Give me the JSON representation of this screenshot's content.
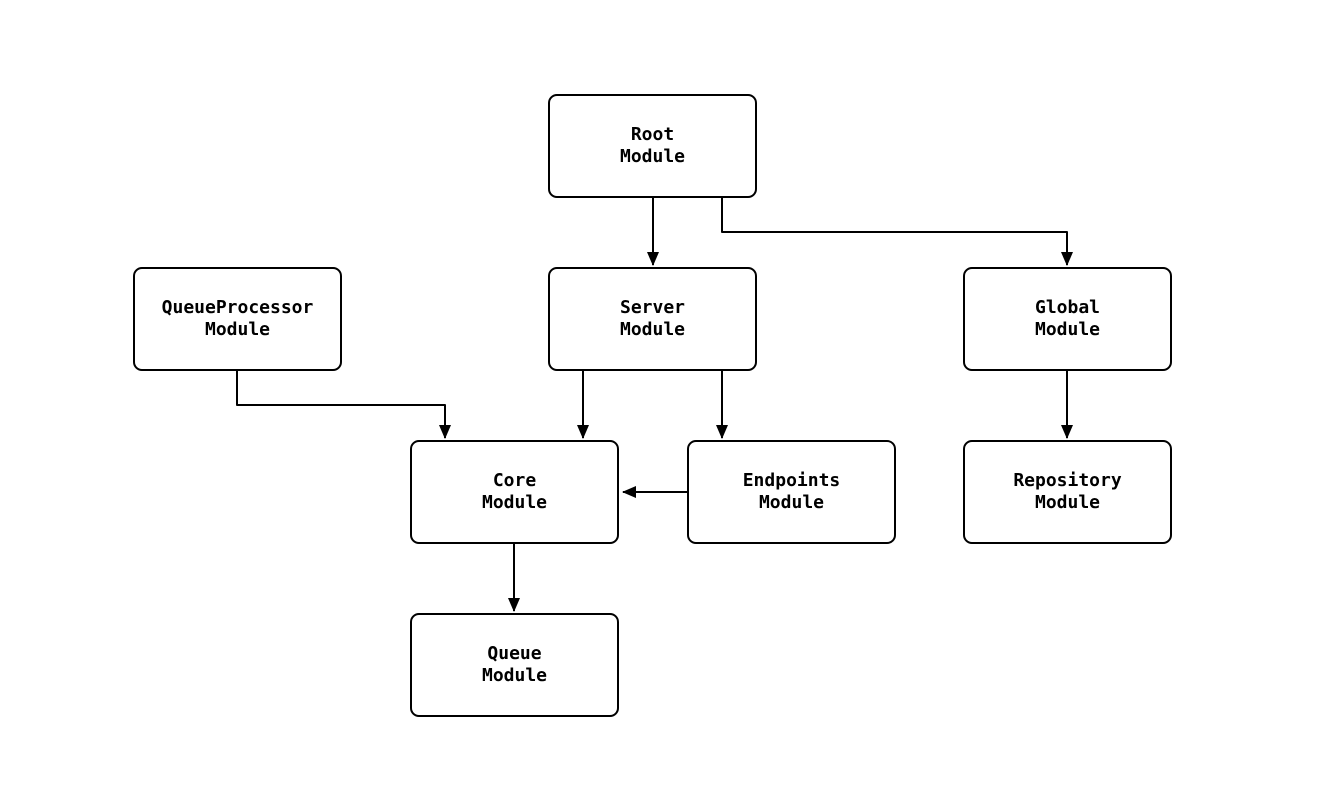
{
  "diagram": {
    "type": "flowchart",
    "colors": {
      "background": "#ffffff",
      "node_fill": "#ffffff",
      "node_border": "#000000",
      "edge": "#000000",
      "text": "#000000"
    },
    "nodes": [
      {
        "id": "root",
        "label": "Root\nModule"
      },
      {
        "id": "server",
        "label": "Server\nModule"
      },
      {
        "id": "global",
        "label": "Global\nModule"
      },
      {
        "id": "queueprocessor",
        "label": "QueueProcessor\nModule"
      },
      {
        "id": "core",
        "label": "Core\nModule"
      },
      {
        "id": "endpoints",
        "label": "Endpoints\nModule"
      },
      {
        "id": "repository",
        "label": "Repository\nModule"
      },
      {
        "id": "queue",
        "label": "Queue\nModule"
      }
    ],
    "edges": [
      {
        "from": "root",
        "to": "server"
      },
      {
        "from": "root",
        "to": "global"
      },
      {
        "from": "queueprocessor",
        "to": "core"
      },
      {
        "from": "server",
        "to": "core"
      },
      {
        "from": "server",
        "to": "endpoints"
      },
      {
        "from": "endpoints",
        "to": "core"
      },
      {
        "from": "global",
        "to": "repository"
      },
      {
        "from": "core",
        "to": "queue"
      }
    ]
  }
}
